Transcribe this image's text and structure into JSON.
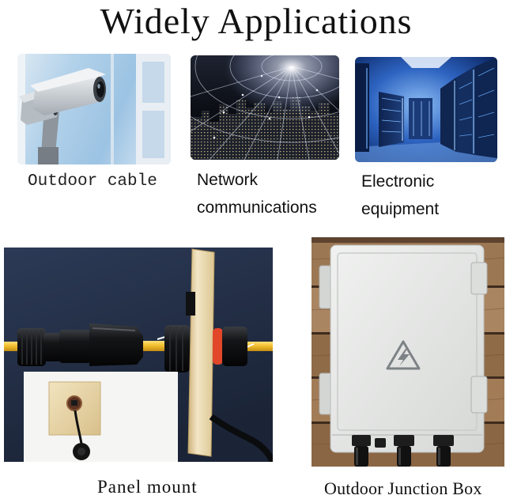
{
  "title": "Widely Applications",
  "applications": [
    {
      "caption": "Outdoor cable"
    },
    {
      "caption_lines": [
        "Network",
        "communications"
      ]
    },
    {
      "caption_lines": [
        "Electronic",
        "equipment"
      ]
    },
    {
      "caption": "Panel mount"
    },
    {
      "caption": "Outdoor Junction Box"
    }
  ],
  "colors": {
    "background": "#ffffff",
    "text": "#111111",
    "cable": "#f2c233",
    "enclosure": "#e4e6e4",
    "seal_ring": "#e2472a"
  },
  "icons": {
    "enclosure_label": "high-voltage-warning-icon"
  }
}
